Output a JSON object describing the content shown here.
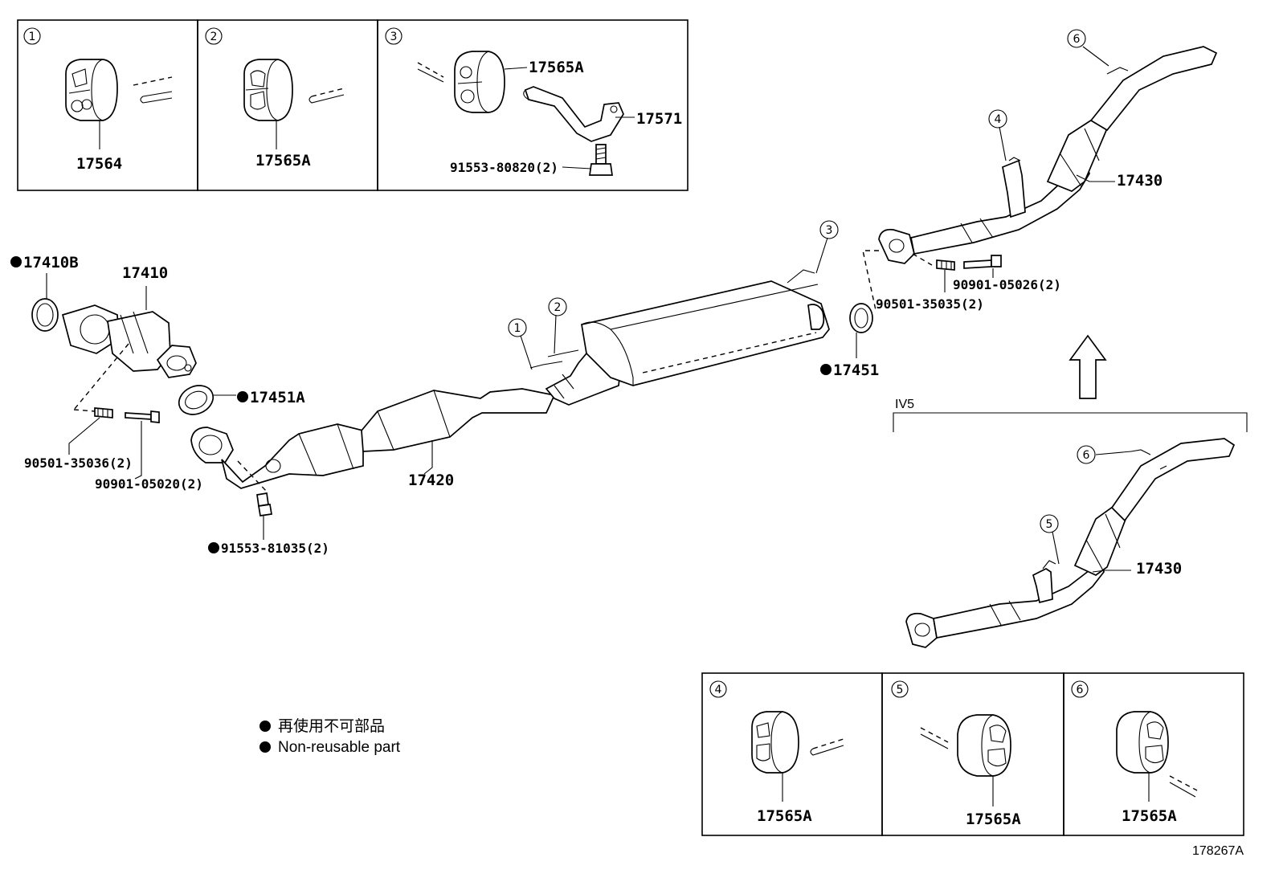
{
  "legend": {
    "dot_symbol": "●",
    "line_ja": "再使用不可部品",
    "line_en": "Non-reusable part"
  },
  "figure_id": "178267A",
  "variant_label": "IV5",
  "callouts": [
    "1",
    "2",
    "3",
    "4",
    "5",
    "6"
  ],
  "detail_boxes": {
    "box1": {
      "index": "1",
      "parts": [
        "17564"
      ]
    },
    "box2": {
      "index": "2",
      "parts": [
        "17565A"
      ]
    },
    "box3": {
      "index": "3",
      "parts": [
        "17565A",
        "17571",
        "91553-80820(2)"
      ]
    },
    "box4": {
      "index": "4",
      "parts": [
        "17565A"
      ]
    },
    "box5": {
      "index": "5",
      "parts": [
        "17565A"
      ]
    },
    "box6": {
      "index": "6",
      "parts": [
        "17565A"
      ]
    }
  },
  "main_parts": {
    "p17410B": "17410B",
    "p17410": "17410",
    "p17451A": "17451A",
    "p90501_35036": "90501-35036(2)",
    "p90901_05020": "90901-05020(2)",
    "p91553_81035": "91553-81035(2)",
    "p17420": "17420",
    "p17451": "17451",
    "p17430_top": "17430",
    "p90901_05026": "90901-05026(2)",
    "p90501_35035": "90501-35035(2)",
    "p17430_bottom": "17430"
  },
  "non_reusable_marker": "●"
}
